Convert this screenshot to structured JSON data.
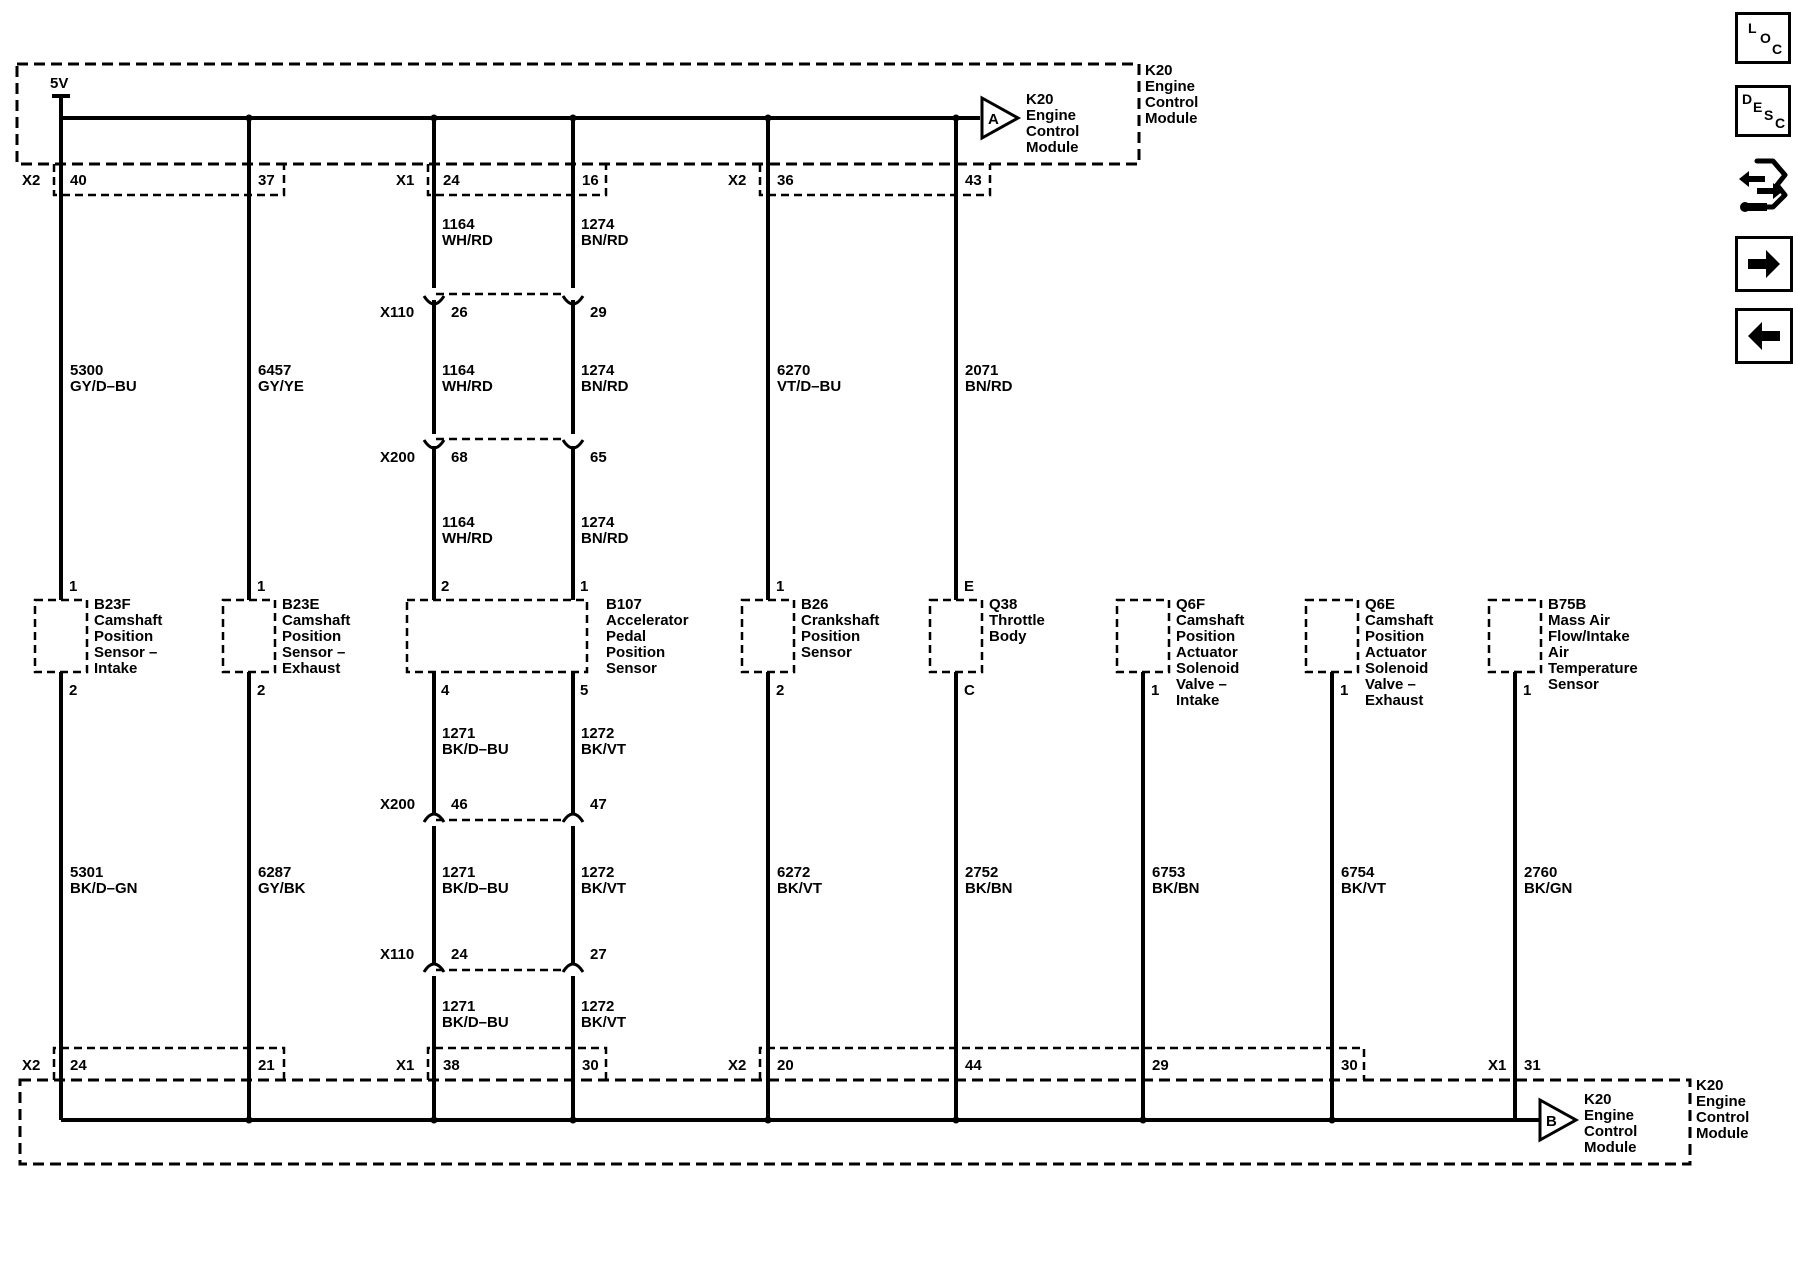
{
  "ecm_top": {
    "ref": "K20",
    "label_lines": [
      "Engine",
      "Control",
      "Module"
    ],
    "flag_letter": "A",
    "flag_lines": [
      "K20",
      "Engine",
      "Control",
      "Module"
    ]
  },
  "ecm_bottom": {
    "ref": "K20",
    "label_lines": [
      "Engine",
      "Control",
      "Module"
    ],
    "flag_letter": "B",
    "flag_lines": [
      "K20",
      "Engine",
      "Control",
      "Module"
    ]
  },
  "supply_label": "5V",
  "top_connectors": [
    "X2",
    "X1",
    "X2"
  ],
  "bottom_connectors": [
    "X2",
    "X1",
    "X2",
    "X1"
  ],
  "top_pins": [
    "40",
    "37",
    "24",
    "16",
    "36",
    "43"
  ],
  "bottom_pins": [
    "24",
    "21",
    "38",
    "30",
    "20",
    "44",
    "29",
    "30",
    "31"
  ],
  "inline_connectors": [
    {
      "name": "X110",
      "pins": [
        "26",
        "29"
      ]
    },
    {
      "name": "X200",
      "pins": [
        "68",
        "65"
      ]
    },
    {
      "name": "X200",
      "pins": [
        "46",
        "47"
      ]
    },
    {
      "name": "X110",
      "pins": [
        "24",
        "27"
      ]
    }
  ],
  "upper_wires": [
    {
      "circuit": "5300",
      "color": "GY/D–BU"
    },
    {
      "circuit": "6457",
      "color": "GY/YE"
    },
    {
      "circuit": "1164",
      "color": "WH/RD"
    },
    {
      "circuit": "1164",
      "color": "WH/RD"
    },
    {
      "circuit": "1164",
      "color": "WH/RD"
    },
    {
      "circuit": "1274",
      "color": "BN/RD"
    },
    {
      "circuit": "1274",
      "color": "BN/RD"
    },
    {
      "circuit": "1274",
      "color": "BN/RD"
    },
    {
      "circuit": "6270",
      "color": "VT/D–BU"
    },
    {
      "circuit": "2071",
      "color": "BN/RD"
    }
  ],
  "lower_wires": [
    {
      "circuit": "5301",
      "color": "BK/D–GN"
    },
    {
      "circuit": "6287",
      "color": "GY/BK"
    },
    {
      "circuit": "1271",
      "color": "BK/D–BU"
    },
    {
      "circuit": "1271",
      "color": "BK/D–BU"
    },
    {
      "circuit": "1271",
      "color": "BK/D–BU"
    },
    {
      "circuit": "1272",
      "color": "BK/VT"
    },
    {
      "circuit": "1272",
      "color": "BK/VT"
    },
    {
      "circuit": "1272",
      "color": "BK/VT"
    },
    {
      "circuit": "6272",
      "color": "BK/VT"
    },
    {
      "circuit": "2752",
      "color": "BK/BN"
    },
    {
      "circuit": "6753",
      "color": "BK/BN"
    },
    {
      "circuit": "6754",
      "color": "BK/VT"
    },
    {
      "circuit": "2760",
      "color": "BK/GN"
    }
  ],
  "components": [
    {
      "ref": "B23F",
      "lines": [
        "Camshaft",
        "Position",
        "Sensor –",
        "Intake"
      ],
      "pin_top": "1",
      "pin_bottom": "2"
    },
    {
      "ref": "B23E",
      "lines": [
        "Camshaft",
        "Position",
        "Sensor –",
        "Exhaust"
      ],
      "pin_top": "1",
      "pin_bottom": "2"
    },
    {
      "ref": "B107",
      "lines": [
        "Accelerator",
        "Pedal",
        "Position",
        "Sensor"
      ],
      "pins_top": [
        "2",
        "1"
      ],
      "pins_bottom": [
        "4",
        "5"
      ]
    },
    {
      "ref": "B26",
      "lines": [
        "Crankshaft",
        "Position",
        "Sensor"
      ],
      "pin_top": "1",
      "pin_bottom": "2"
    },
    {
      "ref": "Q38",
      "lines": [
        "Throttle",
        "Body"
      ],
      "pin_top": "E",
      "pin_bottom": "C"
    },
    {
      "ref": "Q6F",
      "lines": [
        "Camshaft",
        "Position",
        "Actuator",
        "Solenoid",
        "Valve –",
        "Intake"
      ],
      "pin_bottom": "1"
    },
    {
      "ref": "Q6E",
      "lines": [
        "Camshaft",
        "Position",
        "Actuator",
        "Solenoid",
        "Valve –",
        "Exhaust"
      ],
      "pin_bottom": "1"
    },
    {
      "ref": "B75B",
      "lines": [
        "Mass Air",
        "Flow/Intake",
        "Air",
        "Temperature",
        "Sensor"
      ],
      "pin_bottom": "1"
    }
  ],
  "sidebar": {
    "loc": {
      "letters": [
        "L",
        "O",
        "C"
      ]
    },
    "desc": {
      "letters": [
        "D",
        "E",
        "S",
        "C"
      ]
    },
    "connector_icon": "connector-end-view-icon",
    "next_icon": "arrow-right-icon",
    "prev_icon": "arrow-left-icon"
  }
}
